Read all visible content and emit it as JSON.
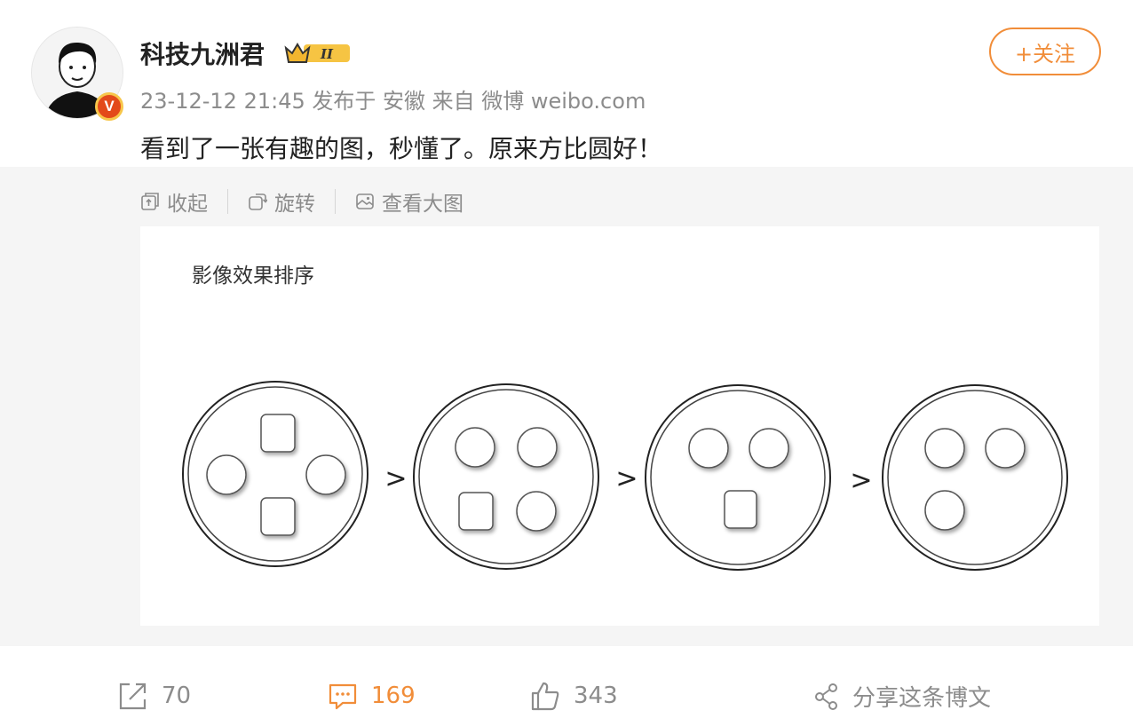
{
  "post": {
    "username": "科技九洲君",
    "level_badge": "II",
    "verified_badge": "V",
    "meta": "23-12-12 21:45  发布于 安徽  来自 微博 weibo.com",
    "follow_label": "+关注",
    "text": "看到了一张有趣的图，秒懂了。原来方比圆好！"
  },
  "media_toolbar": {
    "collapse": "收起",
    "rotate": "旋转",
    "view_large": "查看大图"
  },
  "image": {
    "title": "影像效果排序",
    "comparison_symbols": [
      ">",
      ">",
      ">"
    ]
  },
  "actions": {
    "repost_count": "70",
    "comment_count": "169",
    "like_count": "343",
    "share_label": "分享这条博文"
  },
  "colors": {
    "accent": "#f18d39",
    "muted": "#8c8c8c",
    "media_bg": "#f5f5f5"
  }
}
